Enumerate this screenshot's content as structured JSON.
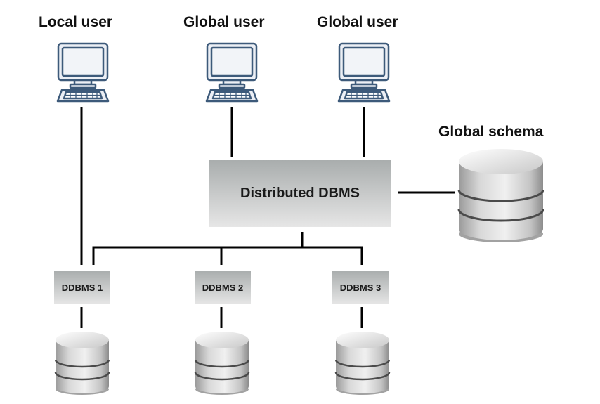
{
  "users": [
    {
      "label": "Local user",
      "type": "local"
    },
    {
      "label": "Global user",
      "type": "global"
    },
    {
      "label": "Global user",
      "type": "global"
    }
  ],
  "central": {
    "label": "Distributed DBMS"
  },
  "global_schema": {
    "label": "Global schema"
  },
  "sites": [
    {
      "label": "DDBMS 1"
    },
    {
      "label": "DDBMS 2"
    },
    {
      "label": "DDBMS 3"
    }
  ],
  "colors": {
    "line": "#000000",
    "computer_outline": "#3d5a7a",
    "computer_screen": "#eceff5",
    "box_top": "#a9adad",
    "box_bottom": "#e6e6e6"
  }
}
